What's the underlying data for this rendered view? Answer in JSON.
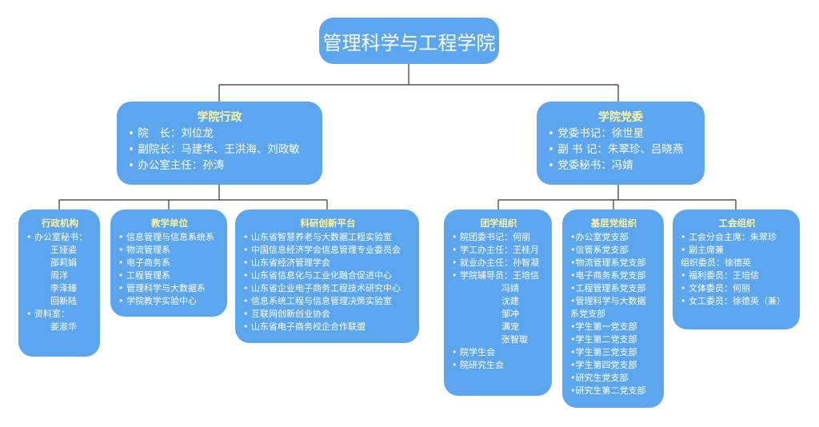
{
  "root": {
    "title": "管理科学与工程学院"
  },
  "admin": {
    "title": "学院行政",
    "lines": [
      "• 院　长：刘位龙",
      "• 副院长：马建华、王洪海、刘政敏",
      "• 办公室主任：孙涛"
    ]
  },
  "party": {
    "title": "学院党委",
    "lines": [
      "• 党委书记：徐世星",
      "• 副 书 记：朱翠珍、吕晓燕",
      "• 党委秘书：冯婧"
    ]
  },
  "admin_org": {
    "title": "行政机构",
    "lines": [
      "• 办公室秘书：",
      "王娅姿",
      "邵莉娟",
      "周洋",
      "李泽臻",
      "回新陆",
      "• 资料室：",
      "姜淑华"
    ]
  },
  "teaching": {
    "title": "教学单位",
    "lines": [
      "• 信息管理与信息系统系",
      "• 物流管理系",
      "• 电子商务系",
      "• 工程管理系",
      "• 管理科学与大数据系",
      "• 学院教学实验中心"
    ]
  },
  "research": {
    "title": "科研创新平台",
    "lines": [
      "• 山东省智慧养老与大数据工程实验室",
      "• 中国信息经济学会信息管理专业委员会",
      "• 山东省经济管理学会",
      "• 山东省信息化与工业化融合促进中心",
      "• 山东省企业电子商务工程技术研究中心",
      "• 信息系统工程与信息管理决策实验室",
      "• 互联网创新创业协会",
      "• 山东省电子商务校企合作联盟"
    ]
  },
  "youth": {
    "title": "团学组织",
    "lines": [
      "• 院团委书记：何丽",
      "• 学工办主任：王桂月",
      "• 就业办主任：孙智凝",
      "• 学院辅导员：王培信",
      "冯婧",
      "沈建",
      "邹冲",
      "满宠",
      "张智璇",
      "• 院学生会",
      "• 院研究生会"
    ]
  },
  "base_party": {
    "title": "基层党组织",
    "lines": [
      "•办公室党支部",
      "•信管系党支部",
      "•物流管理系党支部",
      "•电子商务系党支部",
      "•工程管理系党支部",
      "•管理科学与大数据",
      "系党支部",
      "•学生第一党支部",
      "•学生第二党支部",
      "•学生第三党支部",
      "•学生第四党支部",
      "•研究生党支部",
      "•研究生第二党支部"
    ]
  },
  "union": {
    "title": "工会组织",
    "lines": [
      "• 工会分会主席：朱翠珍",
      "• 副主席兼",
      "组织委员：徐德英",
      "• 福利委员：王培信",
      "• 文体委员：何丽",
      "• 女工委员：徐德英（兼）"
    ]
  },
  "colors": {
    "box": "#5ba6ee",
    "title": "#fff3a0",
    "line": "#333333"
  }
}
